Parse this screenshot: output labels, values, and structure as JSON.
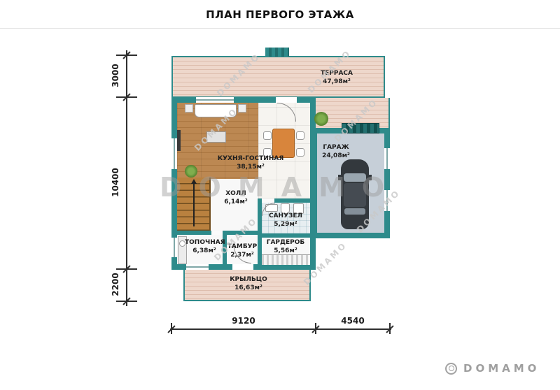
{
  "title": "ПЛАН ПЕРВОГО ЭТАЖА",
  "watermark": "DOMAMO",
  "logo_text": "DOMAMO",
  "rooms": {
    "terrace": {
      "name": "ТЕРРАСА",
      "area": "47,98м²"
    },
    "kitchen_living": {
      "name": "КУХНЯ-ГОСТИНАЯ",
      "area": "38,15м²"
    },
    "garage": {
      "name": "ГАРАЖ",
      "area": "24,08м²"
    },
    "hall": {
      "name": "ХОЛЛ",
      "area": "6,14м²"
    },
    "bathroom": {
      "name": "САНУЗЕЛ",
      "area": "5,29м²"
    },
    "boiler_room": {
      "name": "ТОПОЧНАЯ",
      "area": "6,38м²"
    },
    "vestibule": {
      "name": "ТАМБУР",
      "area": "2,37м²"
    },
    "wardrobe": {
      "name": "ГАРДЕРОБ",
      "area": "5,56м²"
    },
    "porch": {
      "name": "КРЫЛЬЦО",
      "area": "16,63м²"
    }
  },
  "dimensions": {
    "left": [
      "3000",
      "10400",
      "2200"
    ],
    "bottom": [
      "9120",
      "4540"
    ]
  },
  "colors": {
    "wall": "#2e8b8b",
    "deck": "#ead3c8",
    "wood": "#b5814a",
    "garage_floor": "#c6cfd8"
  }
}
